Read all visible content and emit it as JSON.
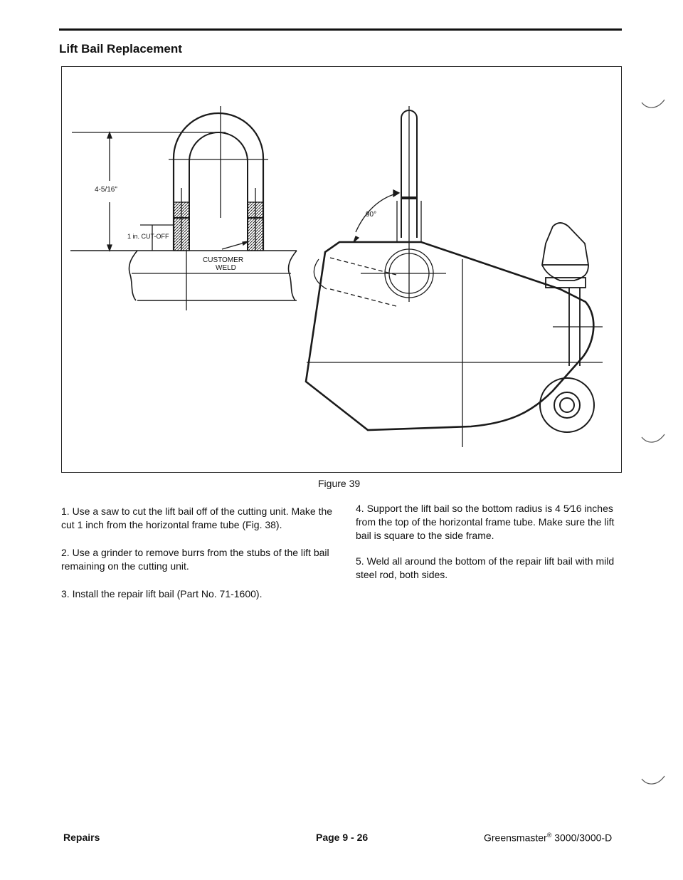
{
  "section": {
    "title": "Lift Bail Replacement"
  },
  "figure": {
    "caption": "Figure 39",
    "labels": {
      "dimension": "4-5/16\"",
      "cut_off": "1 in. CUT-OFF",
      "weld_line1": "CUSTOMER",
      "weld_line2": "WELD",
      "angle": "90°"
    }
  },
  "steps_left": [
    "1. Use a saw to cut the lift bail off of the cutting unit. Make the cut 1 inch from the horizontal frame tube (Fig. 38).",
    "2. Use a grinder to remove burrs from the stubs of the lift bail remaining on the cutting unit.",
    "3. Install the repair lift bail (Part No. 71-1600)."
  ],
  "steps_right": [
    "4. Support the lift bail so the bottom radius is 4 5⁄16 inches from the top of the horizontal frame tube. Make sure the lift bail is square to the side frame.",
    "5. Weld all around the bottom of the repair lift bail with mild steel rod, both sides."
  ],
  "footer": {
    "left": "Repairs",
    "center": "Page 9 - 26",
    "right_brand": "Greensmaster",
    "right_mark": "®",
    "right_model": " 3000/3000-D"
  }
}
